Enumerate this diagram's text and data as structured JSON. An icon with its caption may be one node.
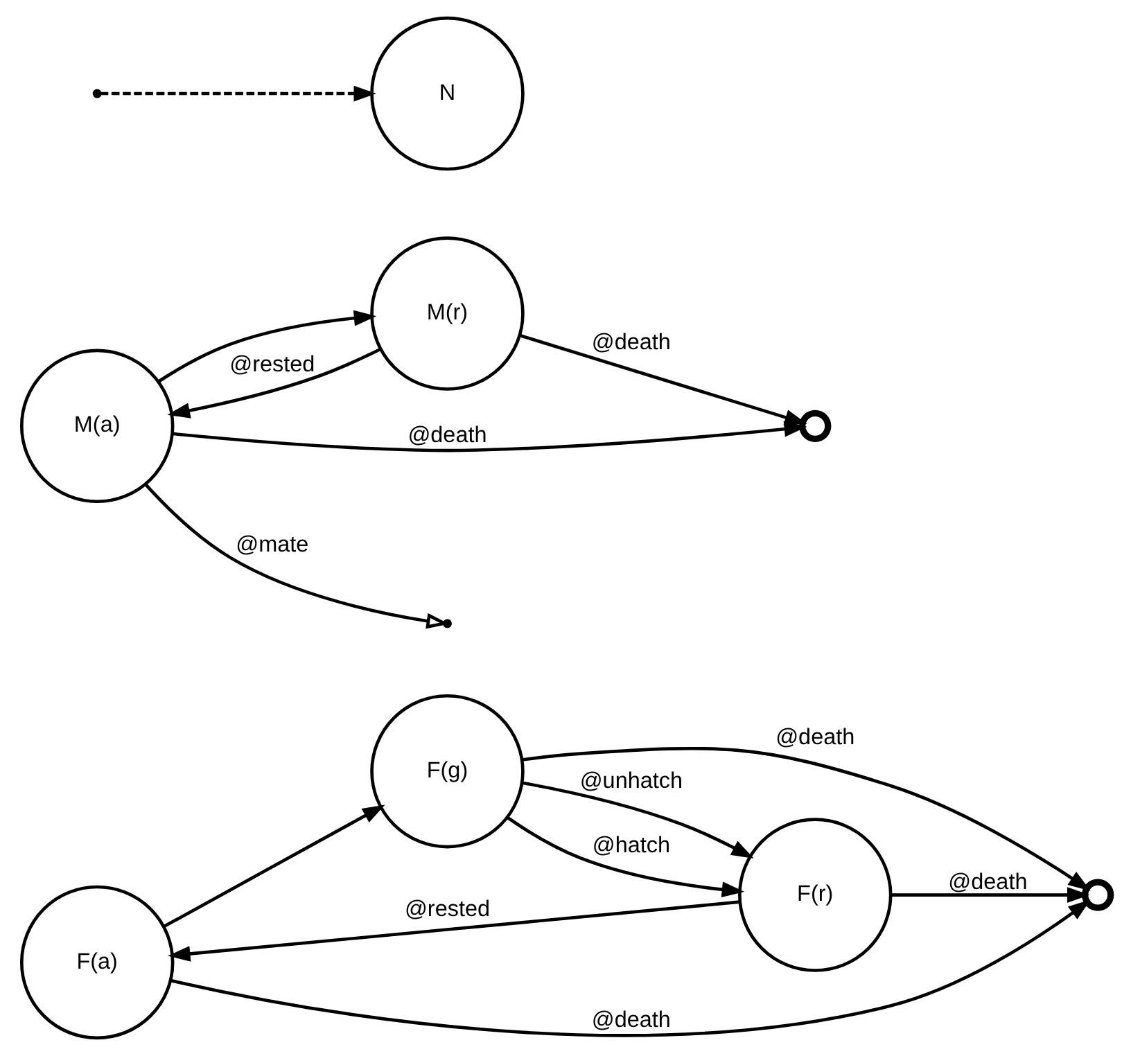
{
  "diagram": {
    "nodes": [
      {
        "text": [
          "F(a)"
        ]
      },
      {
        "text": [
          "F(g)"
        ]
      },
      {
        "text": [
          "F(r)"
        ]
      },
      {
        "text": [],
        "shape": "circle"
      },
      {
        "text": [
          "M(a)"
        ]
      },
      {
        "text": [
          "M(r)"
        ]
      },
      {
        "text": [
          "N"
        ]
      },
      {
        "text": [],
        "shape": "circle"
      }
    ],
    "edges": [
      {
        "from": 0,
        "to": 3,
        "label": "@death",
        "arrow": "to"
      },
      {
        "from": 1,
        "to": 3,
        "label": "@death",
        "arrow": "to"
      },
      {
        "from": 2,
        "to": 3,
        "label": "@death",
        "arrow": "to"
      },
      {
        "from": 2,
        "to": 0,
        "label": "@rested",
        "arrow": "to"
      },
      {
        "from": 0,
        "to": 1,
        "arrow": "to"
      },
      {
        "from": 1,
        "to": 2,
        "label": "@unhatch",
        "arrow": "to"
      },
      {
        "from": 1,
        "to": 2,
        "label": "@hatch",
        "arrow": "to"
      },
      {
        "from": 4,
        "to": 5,
        "arrow": "to"
      },
      {
        "from": 5,
        "to": 4,
        "label": "@rested",
        "arrow": "to"
      },
      {
        "from": 4,
        "to": 7,
        "label": "@death",
        "arrow": "to"
      },
      {
        "from": 5,
        "to": 7,
        "label": "@death",
        "arrow": "to"
      },
      {
        "from": 4,
        "to": null,
        "label": "@mate",
        "arrow": "to"
      },
      {
        "from": null,
        "to": 6,
        "arrow": "to",
        "style": "dashed"
      }
    ]
  }
}
